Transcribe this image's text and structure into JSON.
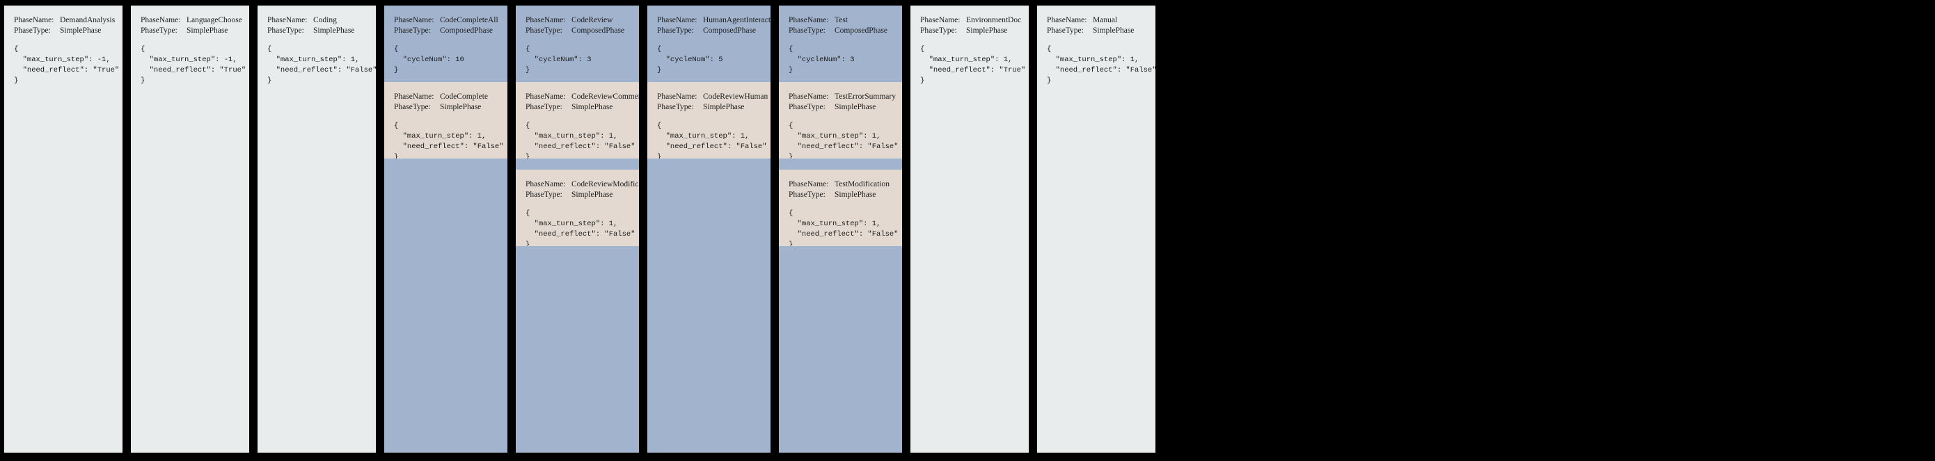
{
  "labels": {
    "phase_name": "PhaseName:",
    "phase_type": "PhaseType:",
    "brace_open": "{",
    "brace_close": "}"
  },
  "colors": {
    "background": "#000000",
    "simple_card": "#e8ecec",
    "composed_header": "#a2b3cd",
    "sub_phase": "#e3d9d0",
    "text": "#1c1c1c"
  },
  "cards": [
    {
      "name": "DemandAnalysis",
      "type": "SimplePhase",
      "kind": "simple",
      "config": [
        "  \"max_turn_step\": -1,",
        "  \"need_reflect\": \"True\""
      ]
    },
    {
      "name": "LanguageChoose",
      "type": "SimplePhase",
      "kind": "simple",
      "config": [
        "  \"max_turn_step\": -1,",
        "  \"need_reflect\": \"True\""
      ]
    },
    {
      "name": "Coding",
      "type": "SimplePhase",
      "kind": "simple",
      "config": [
        "  \"max_turn_step\": 1,",
        "  \"need_reflect\": \"False\""
      ]
    },
    {
      "name": "CodeCompleteAll",
      "type": "ComposedPhase",
      "kind": "composed",
      "config": [
        "  \"cycleNum\": 10"
      ],
      "subphases": [
        {
          "name": "CodeComplete",
          "type": "SimplePhase",
          "config": [
            "  \"max_turn_step\": 1,",
            "  \"need_reflect\": \"False\""
          ]
        }
      ]
    },
    {
      "name": "CodeReview",
      "type": "ComposedPhase",
      "kind": "composed",
      "config": [
        "  \"cycleNum\": 3"
      ],
      "subphases": [
        {
          "name": "CodeReviewComment",
          "type": "SimplePhase",
          "config": [
            "  \"max_turn_step\": 1,",
            "  \"need_reflect\": \"False\""
          ]
        },
        {
          "name": "CodeReviewModification",
          "type": "SimplePhase",
          "config": [
            "  \"max_turn_step\": 1,",
            "  \"need_reflect\": \"False\""
          ]
        }
      ]
    },
    {
      "name": "HumanAgentInteraction",
      "type": "ComposedPhase",
      "kind": "composed",
      "config": [
        "  \"cycleNum\": 5"
      ],
      "subphases": [
        {
          "name": "CodeReviewHuman",
          "type": "SimplePhase",
          "config": [
            "  \"max_turn_step\": 1,",
            "  \"need_reflect\": \"False\""
          ]
        }
      ]
    },
    {
      "name": "Test",
      "type": "ComposedPhase",
      "kind": "composed",
      "config": [
        "  \"cycleNum\": 3"
      ],
      "subphases": [
        {
          "name": "TestErrorSummary",
          "type": "SimplePhase",
          "config": [
            "  \"max_turn_step\": 1,",
            "  \"need_reflect\": \"False\""
          ]
        },
        {
          "name": "TestModification",
          "type": "SimplePhase",
          "config": [
            "  \"max_turn_step\": 1,",
            "  \"need_reflect\": \"False\""
          ]
        }
      ]
    },
    {
      "name": "EnvironmentDoc",
      "type": "SimplePhase",
      "kind": "simple",
      "config": [
        "  \"max_turn_step\": 1,",
        "  \"need_reflect\": \"True\""
      ]
    },
    {
      "name": "Manual",
      "type": "SimplePhase",
      "kind": "simple",
      "config": [
        "  \"max_turn_step\": 1,",
        "  \"need_reflect\": \"False\""
      ]
    }
  ]
}
